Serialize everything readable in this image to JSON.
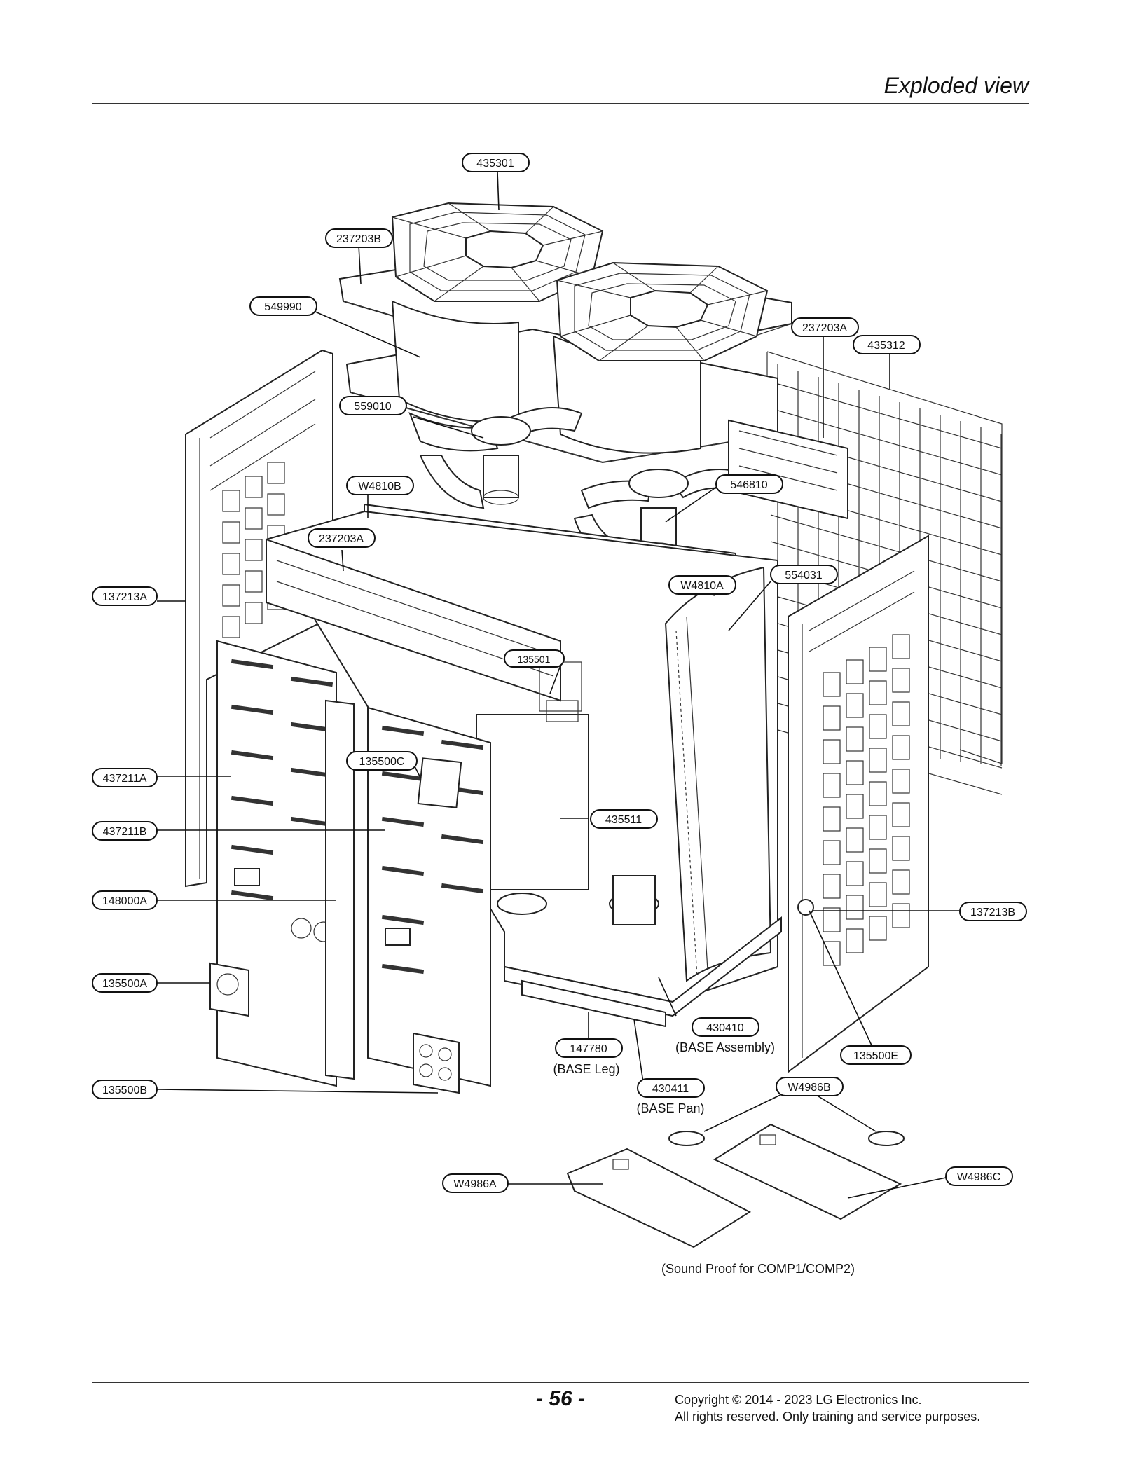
{
  "header": {
    "title": "Exploded view"
  },
  "callouts": {
    "c435301": "435301",
    "c237203B": "237203B",
    "c549990": "549990",
    "c237203A_top": "237203A",
    "c435312": "435312",
    "c559010": "559010",
    "cW4810B": "W4810B",
    "c546810": "546810",
    "c237203A_mid": "237203A",
    "c554031": "554031",
    "cW4810A": "W4810A",
    "c137213A": "137213A",
    "c135501": "135501",
    "c135500C": "135500C",
    "c437211A": "437211A",
    "c437211B": "437211B",
    "c435511": "435511",
    "c148000A": "148000A",
    "c137213B": "137213B",
    "c135500A": "135500A",
    "c430410": "430410",
    "c147780": "147780",
    "c135500E": "135500E",
    "c430411": "430411",
    "cW4986B": "W4986B",
    "c135500B": "135500B",
    "cW4986A": "W4986A",
    "cW4986C": "W4986C"
  },
  "captions": {
    "base_assembly": "(BASE Assembly)",
    "base_leg": "(BASE Leg)",
    "base_pan": "(BASE Pan)",
    "sound_proof": "(Sound Proof for COMP1/COMP2)"
  },
  "footer": {
    "page_number": "- 56 -",
    "copyright_line1": "Copyright © 2014 - 2023 LG Electronics Inc.",
    "copyright_line2": "All rights reserved. Only training and service purposes."
  }
}
